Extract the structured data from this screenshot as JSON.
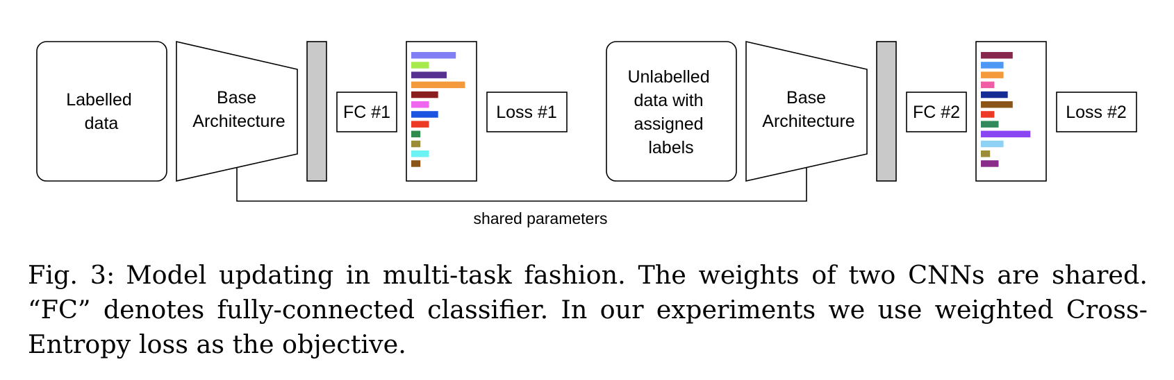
{
  "diagram": {
    "labelled_data": [
      "Labelled",
      "data"
    ],
    "unlabelled_data": [
      "Unlabelled",
      "data with",
      "assigned",
      "labels"
    ],
    "base_architecture": [
      "Base",
      "Architecture"
    ],
    "fc1": "FC #1",
    "fc2": "FC #2",
    "loss1": "Loss #1",
    "loss2": "Loss #2",
    "shared": "shared parameters",
    "histogram1": [
      {
        "color": "#8080f4",
        "value": 0.73
      },
      {
        "color": "#a6ea4e",
        "value": 0.29
      },
      {
        "color": "#573190",
        "value": 0.58
      },
      {
        "color": "#f49a3c",
        "value": 0.88
      },
      {
        "color": "#8b1f1f",
        "value": 0.44
      },
      {
        "color": "#ef66ef",
        "value": 0.29
      },
      {
        "color": "#1a54e0",
        "value": 0.44
      },
      {
        "color": "#ec3a26",
        "value": 0.29
      },
      {
        "color": "#2f8c4e",
        "value": 0.15
      },
      {
        "color": "#9b8c37",
        "value": 0.15
      },
      {
        "color": "#6cf2f2",
        "value": 0.29
      },
      {
        "color": "#8b5517",
        "value": 0.15
      }
    ],
    "histogram2": [
      {
        "color": "#88274d",
        "value": 0.52
      },
      {
        "color": "#4d98f4",
        "value": 0.37
      },
      {
        "color": "#f49a3c",
        "value": 0.37
      },
      {
        "color": "#ef5da5",
        "value": 0.22
      },
      {
        "color": "#142c94",
        "value": 0.44
      },
      {
        "color": "#8b5517",
        "value": 0.52
      },
      {
        "color": "#ec3a26",
        "value": 0.22
      },
      {
        "color": "#318a5c",
        "value": 0.29
      },
      {
        "color": "#8b46f4",
        "value": 0.81
      },
      {
        "color": "#8ed1f4",
        "value": 0.37
      },
      {
        "color": "#9b8c37",
        "value": 0.15
      },
      {
        "color": "#8b2c8b",
        "value": 0.29
      }
    ]
  },
  "caption": {
    "label": "Fig. 3:",
    "text": "Model updating in multi-task fashion. The weights of two CNNs are shared. “FC” denotes fully-connected classifier. In our experiments we use weighted Cross-Entropy loss as the objective."
  }
}
